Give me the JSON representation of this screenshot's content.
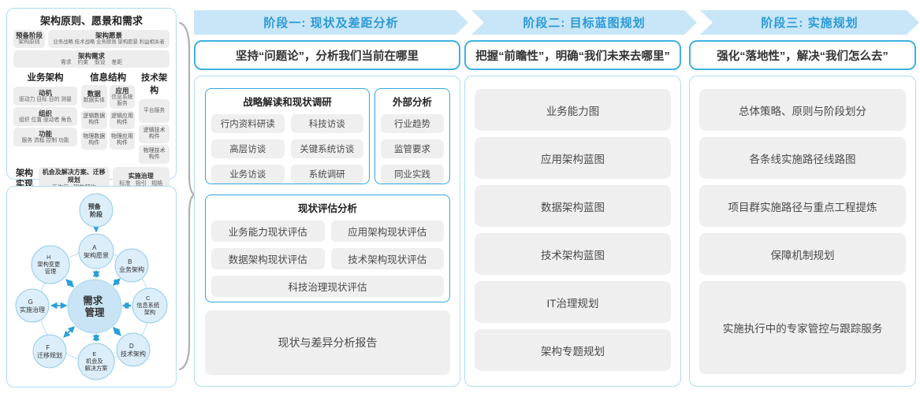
{
  "colors": {
    "banner_bg": "#C8E6F7",
    "banner_text": "#2B9AD6",
    "subtitle_border": "#3FB1E3",
    "panel_border": "#AFDCF3",
    "group_border": "#2FA8DF",
    "item_bg": "#EFEFEF",
    "adm_circle_fill": "#DCEEF9",
    "adm_circle_stroke": "#90CBEB",
    "adm_center_fill": "#C9E4F4",
    "arrow_blue": "#29A0DB",
    "brace_gray": "#B0B0B0"
  },
  "framework": {
    "title": "架构原则、愿景和需求",
    "prep": {
      "title": "预备阶段",
      "sub": "架构原则"
    },
    "vision": {
      "title": "架构愿景",
      "sub": "业务战略 技术战略 业务原则 架构愿景 利益相关者"
    },
    "req": {
      "title": "架构需求",
      "sub": "需求 约束 假设 差距"
    },
    "biz": {
      "title": "业务架构",
      "items": [
        {
          "t": "动机",
          "s": "驱动力 目标 目的 测量"
        },
        {
          "t": "组织",
          "s": "组织 位置 驱动者 角色"
        },
        {
          "t": "功能",
          "s": "服务 流程 控制 功能"
        }
      ]
    },
    "info": {
      "title": "信息结构",
      "data_col": {
        "t": "数据",
        "s": "数据实体",
        "b1": "逻辑数据构件",
        "b2": "物理数据构件"
      },
      "app_col": {
        "t": "应用",
        "s": "信息系统服务",
        "b1": "逻辑应用构件",
        "b2": "物理应用构件"
      }
    },
    "tech": {
      "title": "技术架构",
      "b0": "平台服务",
      "b1": "逻辑技术构件",
      "b2": "物理技术构件"
    },
    "impl": {
      "label": "架构实现",
      "box1_title": "机会及解决方案、迁移规划",
      "box1_sub": "工作包 架构契约",
      "box2_title": "实施治理",
      "box2_sub": "标准 指引 规格"
    }
  },
  "adm": {
    "center": [
      "需求",
      "管理"
    ],
    "nodes": [
      {
        "lines": [
          "预备",
          "阶段"
        ]
      },
      {
        "lines": [
          "A",
          "架构愿景"
        ]
      },
      {
        "lines": [
          "B",
          "业务架构"
        ]
      },
      {
        "lines": [
          "C",
          "信息系统",
          "架构"
        ]
      },
      {
        "lines": [
          "D",
          "技术架构"
        ]
      },
      {
        "lines": [
          "E",
          "机会及",
          "解决方案"
        ]
      },
      {
        "lines": [
          "F",
          "迁移规划"
        ]
      },
      {
        "lines": [
          "G",
          "实施治理"
        ]
      },
      {
        "lines": [
          "H",
          "架构变更",
          "管理"
        ]
      }
    ]
  },
  "phases": [
    {
      "banner": "阶段一: 现状及差距分析",
      "subtitle": "坚持“问题论”，分析我们当前在哪里",
      "groups": [
        {
          "title": "战略解读和现状调研",
          "items": [
            "行内资料研读",
            "科技访谈",
            "高层访谈",
            "关键系统访谈",
            "业务访谈",
            "系统调研"
          ]
        },
        {
          "title": "外部分析",
          "items": [
            "行业趋势",
            "监管要求",
            "同业实践"
          ]
        },
        {
          "title": "现状评估分析",
          "items": [
            "业务能力现状评估",
            "应用架构现状评估",
            "数据架构现状评估",
            "技术架构现状评估",
            "科技治理现状评估"
          ]
        }
      ],
      "report": "现状与差异分析报告"
    },
    {
      "banner": "阶段二: 目标蓝图规划",
      "subtitle": "把握“前瞻性”，明确“我们未来去哪里”",
      "items": [
        "业务能力图",
        "应用架构蓝图",
        "数据架构蓝图",
        "技术架构蓝图",
        "IT治理规划",
        "架构专题规划"
      ]
    },
    {
      "banner": "阶段三: 实施规划",
      "subtitle": "强化“落地性”，解决“我们怎么去”",
      "items": [
        "总体策略、原则与阶段划分",
        "各条线实施路径线路图",
        "项目群实施路径与重点工程提炼",
        "保障机制规划",
        "实施执行中的专家管控与跟踪服务"
      ]
    }
  ]
}
